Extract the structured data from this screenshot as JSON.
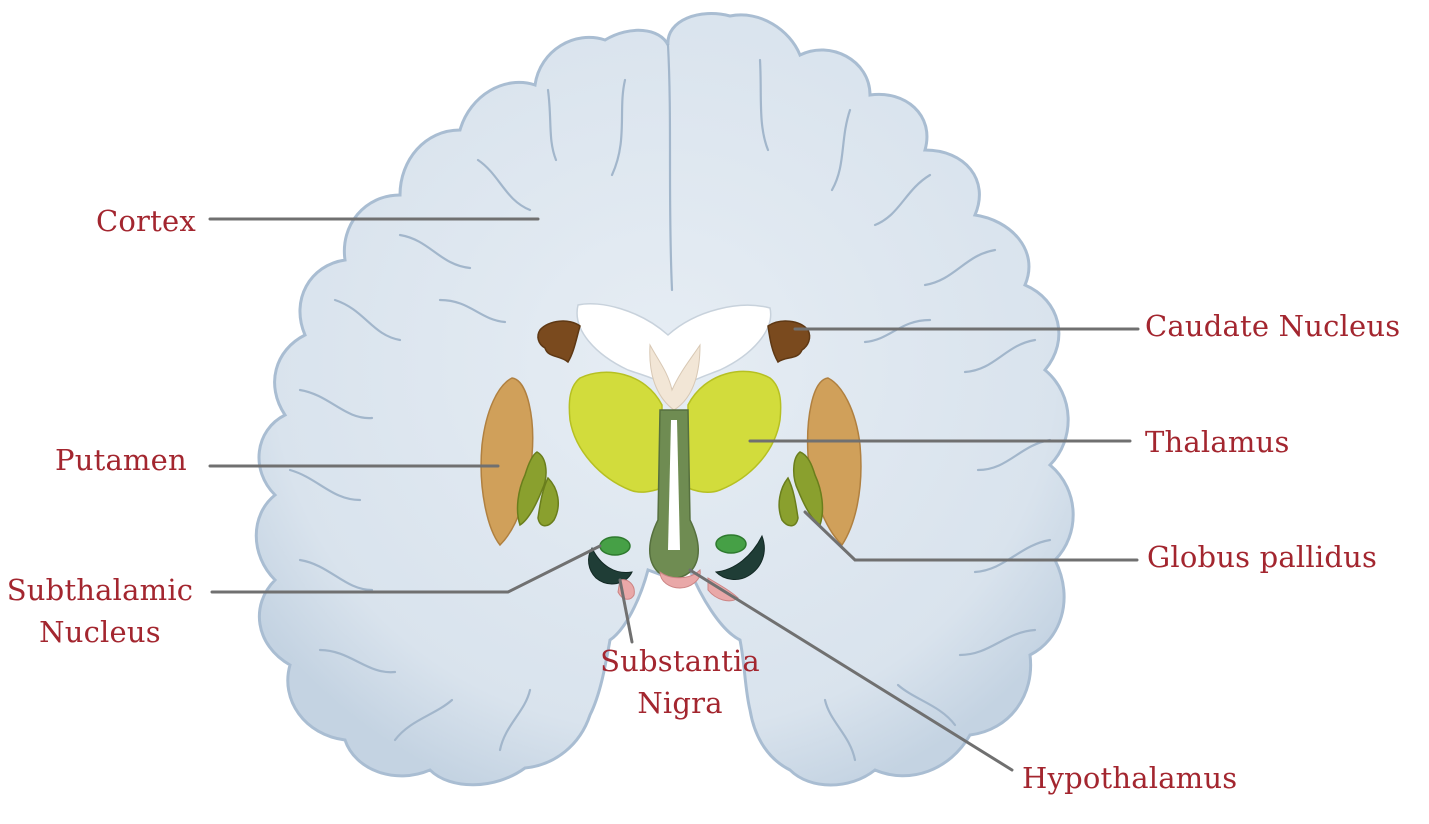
{
  "labels": {
    "cortex": "Cortex",
    "caudate": "Caudate Nucleus",
    "thalamus": "Thalamus",
    "putamen": "Putamen",
    "globus": "Globus pallidus",
    "subthalamic_1": "Subthalamic",
    "subthalamic_2": "Nucleus",
    "substantia_1": "Substantia",
    "substantia_2": "Nigra",
    "hypothalamus": "Hypothalamus"
  },
  "colors": {
    "label_text": "#a3262f",
    "leader_line": "#707070",
    "brain_fill": "#dde6ef",
    "brain_edge": "#a9bdd2",
    "thalamus": "#d2dc3c",
    "putamen": "#d0a05a",
    "globus_pallidus": "#8aa02e",
    "caudate": "#7a4a1e",
    "ventricle": "#ffffff",
    "midline": "#6f8c52",
    "subthalamic": "#46a046",
    "substantia_nigra": "#1f3d36",
    "hypothalamus": "#e9a8a8"
  }
}
